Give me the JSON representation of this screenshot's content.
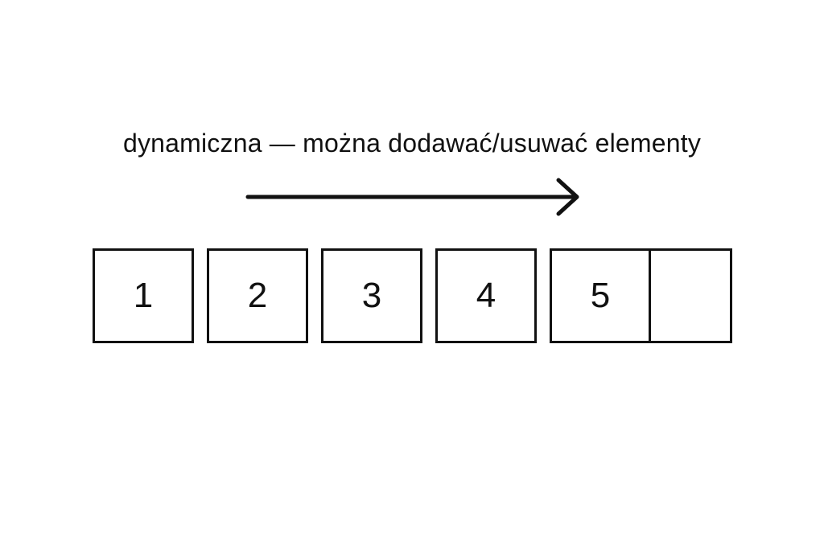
{
  "caption": "dynamiczna — można dodawać/usuwać elementy",
  "arrow": {
    "icon": "arrow-right-icon",
    "color": "#111111"
  },
  "cells": [
    "1",
    "2",
    "3",
    "4",
    "5",
    ""
  ]
}
